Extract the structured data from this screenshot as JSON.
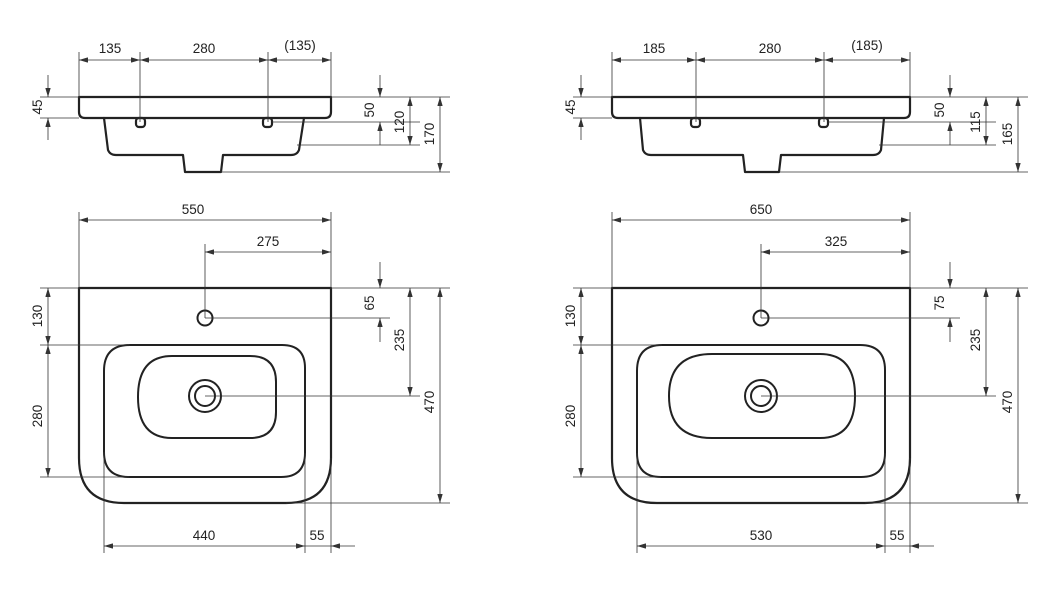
{
  "left_basin": {
    "side_view": {
      "faucet_offset_left": "135",
      "faucet_spacing": "280",
      "faucet_offset_right": "(135)",
      "rim_height": "45",
      "overflow_height": "50",
      "bowl_height": "120",
      "total_height": "170"
    },
    "top_view": {
      "width": "550",
      "tap_hole_offset": "275",
      "tap_hole_depth": "65",
      "drain_depth": "235",
      "total_depth": "470",
      "front_to_bowl": "130",
      "bowl_length": "280",
      "bowl_width": "440",
      "side_margin": "55"
    }
  },
  "right_basin": {
    "side_view": {
      "faucet_offset_left": "185",
      "faucet_spacing": "280",
      "faucet_offset_right": "(185)",
      "rim_height": "45",
      "overflow_height": "50",
      "bowl_height": "115",
      "total_height": "165"
    },
    "top_view": {
      "width": "650",
      "tap_hole_offset": "325",
      "tap_hole_depth": "75",
      "drain_depth": "235",
      "total_depth": "470",
      "front_to_bowl": "130",
      "bowl_length": "280",
      "bowl_width": "530",
      "side_margin": "55"
    }
  }
}
